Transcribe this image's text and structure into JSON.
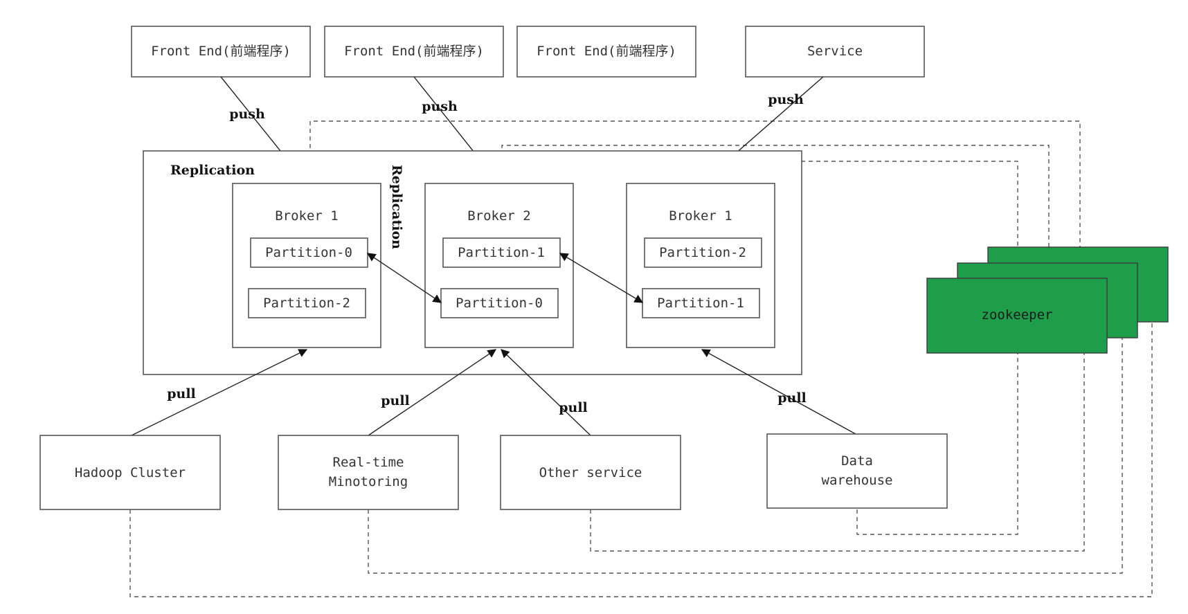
{
  "producers": [
    {
      "label": "Front End(前端程序)"
    },
    {
      "label": "Front End(前端程序)"
    },
    {
      "label": "Front End(前端程序)"
    },
    {
      "label": "Service"
    }
  ],
  "edge_labels": {
    "push": "push",
    "pull": "pull"
  },
  "cluster": {
    "label": "Replication",
    "vertical_label": "Replication",
    "brokers": [
      {
        "label": "Broker 1",
        "partitions": [
          "Partition-0",
          "Partition-2"
        ]
      },
      {
        "label": "Broker 2",
        "partitions": [
          "Partition-1",
          "Partition-0"
        ]
      },
      {
        "label": "Broker 1",
        "partitions": [
          "Partition-2",
          "Partition-1"
        ]
      }
    ]
  },
  "zookeeper": {
    "label": "zookeeper",
    "color": "#1e9e4a"
  },
  "consumers": [
    {
      "label_lines": [
        "Hadoop Cluster"
      ]
    },
    {
      "label_lines": [
        "Real-time",
        "Minotoring"
      ]
    },
    {
      "label_lines": [
        "Other service"
      ]
    },
    {
      "label_lines": [
        "Data",
        "warehouse"
      ]
    }
  ]
}
